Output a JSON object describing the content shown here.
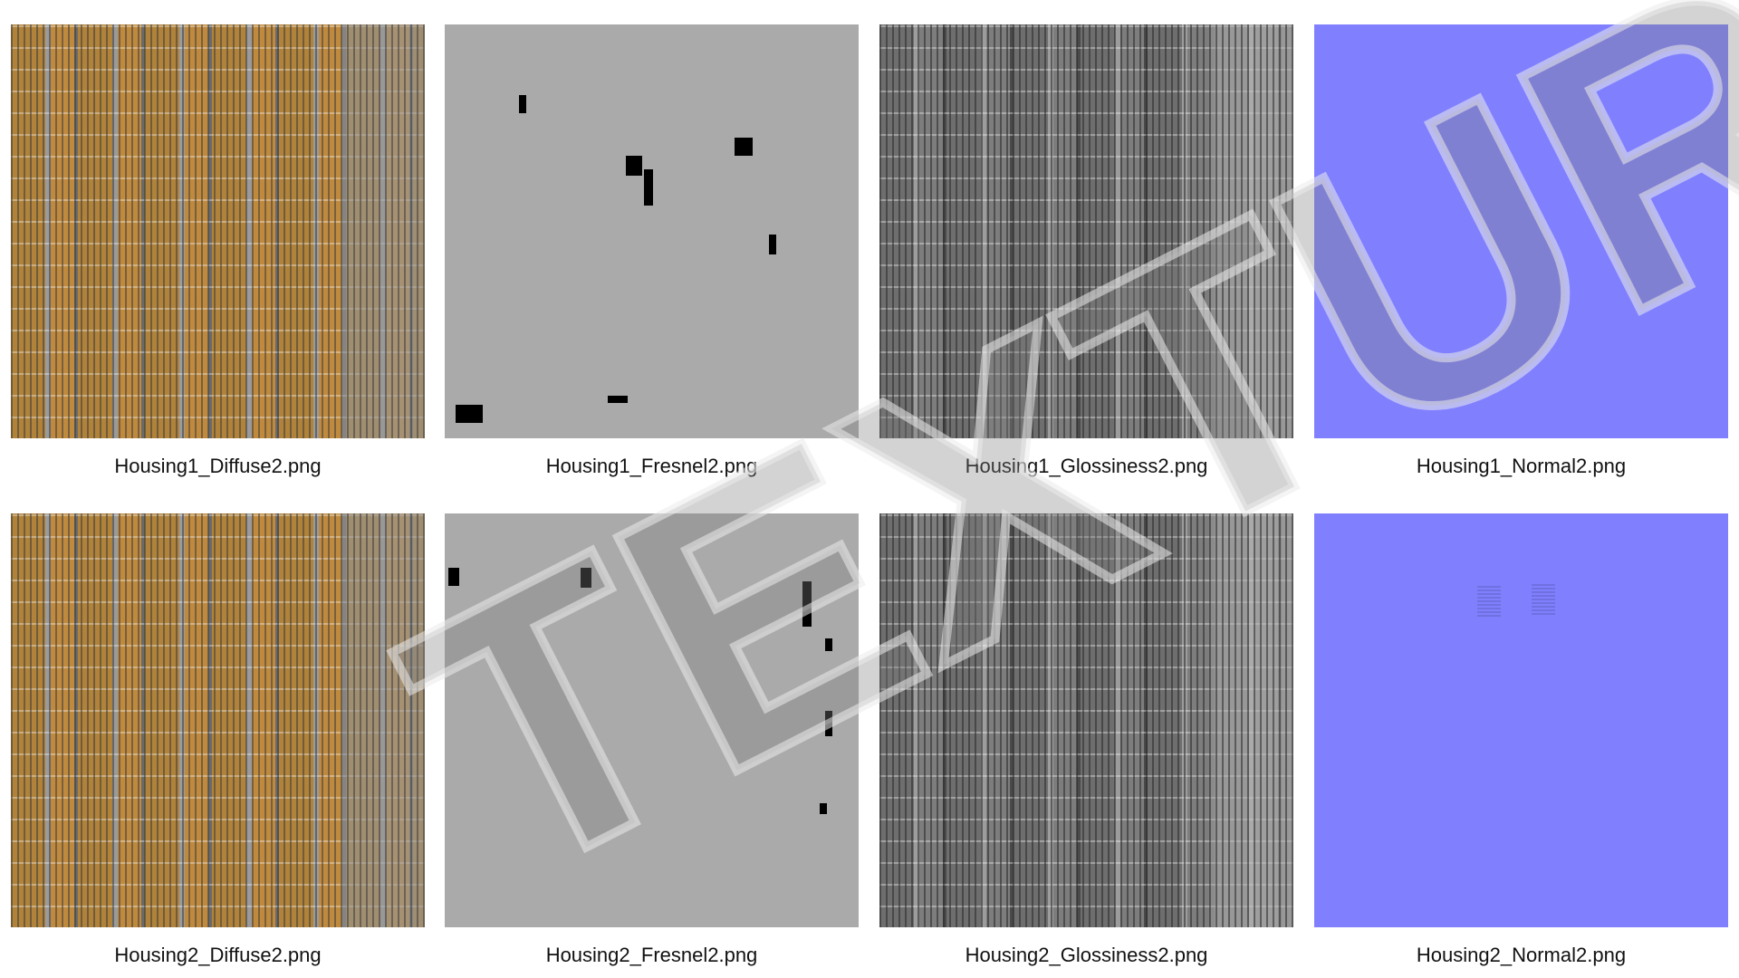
{
  "textures": [
    {
      "label": "Housing1_Diffuse2.png",
      "kind": "diffuse"
    },
    {
      "label": "Housing1_Fresnel2.png",
      "kind": "fresnel"
    },
    {
      "label": "Housing1_Glossiness2.png",
      "kind": "gloss"
    },
    {
      "label": "Housing1_Normal2.png",
      "kind": "normal"
    },
    {
      "label": "Housing2_Diffuse2.png",
      "kind": "diffuse"
    },
    {
      "label": "Housing2_Fresnel2.png",
      "kind": "fresnel"
    },
    {
      "label": "Housing2_Glossiness2.png",
      "kind": "gloss"
    },
    {
      "label": "Housing2_Normal2.png",
      "kind": "normal"
    }
  ],
  "watermark": "TEXTURES",
  "colors": {
    "normal": "#8080ff",
    "fresnel": "#aaaaaa",
    "diffuse_brown": "#b0823a"
  }
}
